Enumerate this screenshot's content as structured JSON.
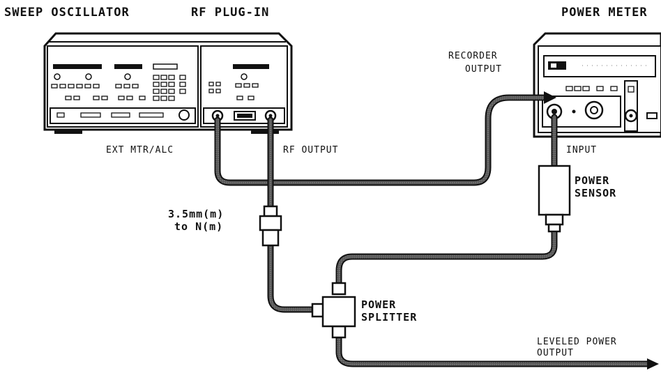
{
  "labels": {
    "sweep_oscillator": "SWEEP OSCILLATOR",
    "rf_plug_in": "RF PLUG-IN",
    "power_meter": "POWER METER",
    "recorder_output_1": "RECORDER",
    "recorder_output_2": "OUTPUT",
    "ext_mtr_alc": "EXT MTR/ALC",
    "rf_output": "RF OUTPUT",
    "input": "INPUT",
    "power_sensor_1": "POWER",
    "power_sensor_2": "SENSOR",
    "adapter_1": "3.5mm(m)",
    "adapter_2": "to N(m)",
    "power_splitter_1": "POWER",
    "power_splitter_2": "SPLITTER",
    "leveled_power_1": "LEVELED POWER",
    "leveled_power_2": "OUTPUT"
  }
}
